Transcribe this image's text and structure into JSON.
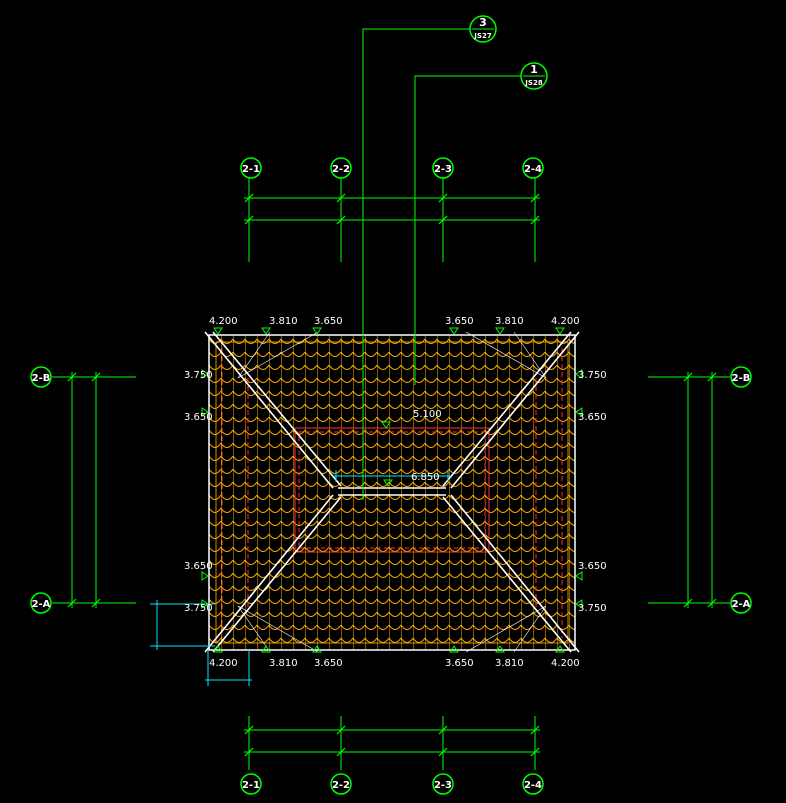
{
  "colors": {
    "background": "#000000",
    "axis": "#00ff00",
    "roof_tile": "#ffb000",
    "roof_outline": "#ffffff",
    "ridge_hidden": "#ff3030",
    "dimension": "#00e5ff",
    "text": "#ffffff"
  },
  "axes": {
    "top_columns": [
      "2-1",
      "2-2",
      "2-3",
      "2-4"
    ],
    "bottom_columns": [
      "2-1",
      "2-2",
      "2-3",
      "2-4"
    ],
    "left_rows": [
      "2-B",
      "2-A"
    ],
    "right_rows": [
      "2-B",
      "2-A"
    ]
  },
  "detail_markers": [
    {
      "number": "3",
      "sheet": "JS27"
    },
    {
      "number": "1",
      "sheet": "JS28"
    }
  ],
  "elevations": {
    "top": [
      "4.200",
      "3.810",
      "3.650",
      "3.650",
      "3.810",
      "4.200"
    ],
    "bottom": [
      "4.200",
      "3.810",
      "3.650",
      "3.650",
      "3.810",
      "4.200"
    ],
    "left": [
      "3.750",
      "3.650",
      "3.650",
      "3.750"
    ],
    "right": [
      "3.750",
      "3.650",
      "3.650",
      "3.750"
    ],
    "ridge_top": "5.100",
    "ridge_center": "6.850"
  }
}
